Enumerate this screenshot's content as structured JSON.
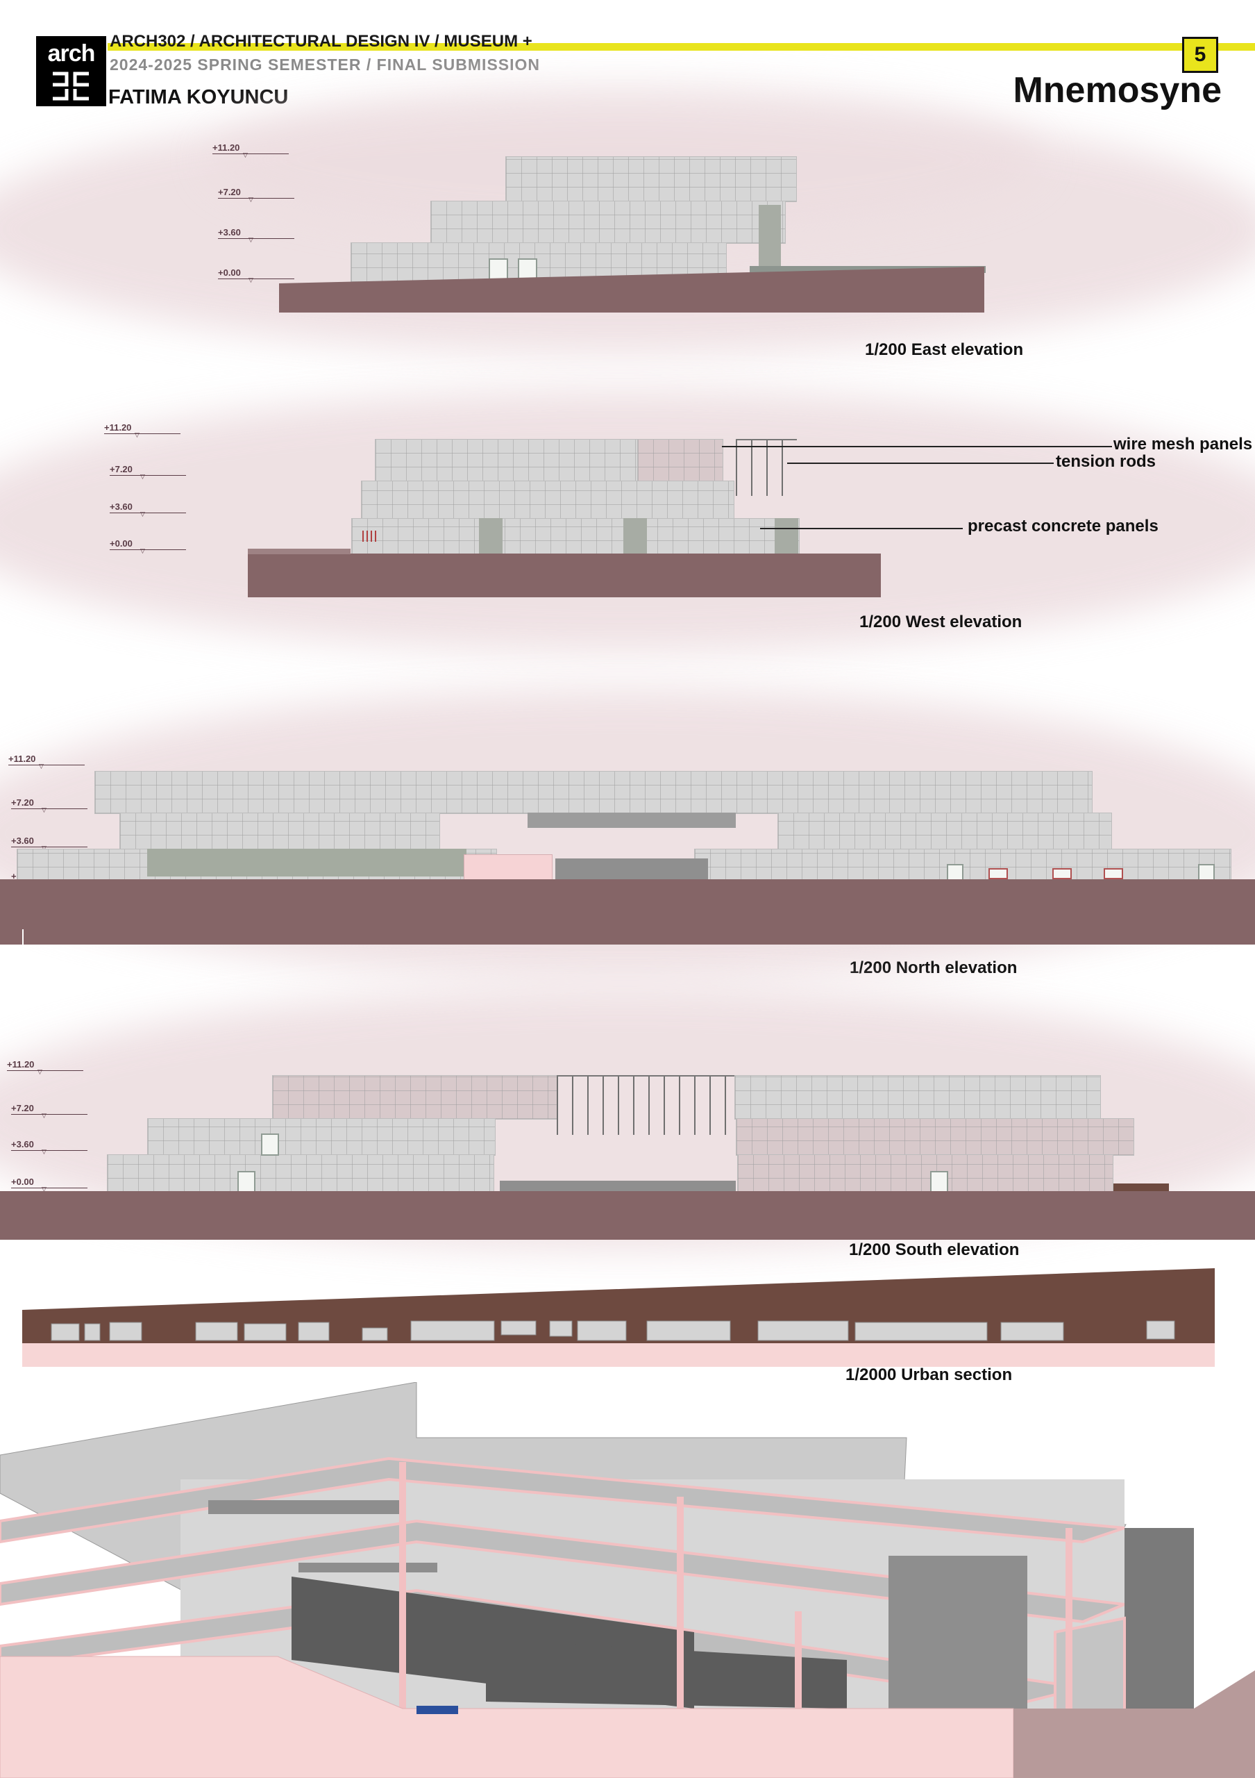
{
  "header": {
    "logo_word": "arch",
    "course_line": "ARCH302 / ARCHITECTURAL DESIGN IV / MUSEUM +",
    "semester_line": "2024-2025 SPRING SEMESTER / FINAL SUBMISSION",
    "author": "FATIMA KOYUNCU",
    "page_number": "5",
    "project_title": "Mnemosyne",
    "accent_color": "#e9e41c"
  },
  "levels": [
    "+11.20",
    "+7.20",
    "+3.60",
    "+0.00"
  ],
  "drawings": {
    "east": {
      "caption": "1/200 East elevation"
    },
    "west": {
      "caption": "1/200 West elevation",
      "annotations": {
        "mesh": "wire mesh panels",
        "rods": "tension rods",
        "precast": "precast concrete panels"
      }
    },
    "north": {
      "caption": "1/200 North elevation"
    },
    "south": {
      "caption": "1/200 South elevation"
    },
    "urban": {
      "caption": "1/2000 Urban section"
    },
    "sectional_perspective": {
      "icon": "sectional-perspective-drawing"
    }
  },
  "colors": {
    "ground": "#856567",
    "sky_wash": "#ecdcdf",
    "urban_fill": "#6e4a40",
    "section_pink": "#f7d6d6"
  }
}
